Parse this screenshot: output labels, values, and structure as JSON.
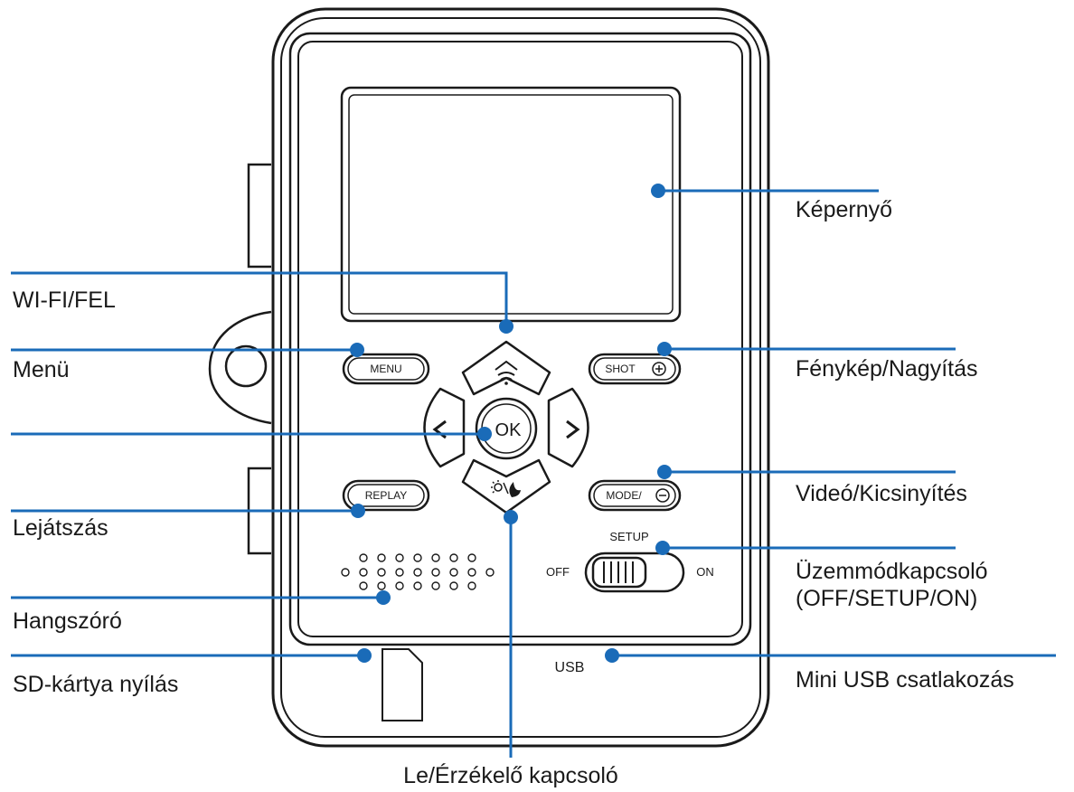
{
  "device": {
    "buttons": {
      "menu": "MENU",
      "replay": "REPLAY",
      "shot": "SHOT",
      "mode": "MODE/",
      "ok": "OK"
    },
    "switch": {
      "off": "OFF",
      "setup": "SETUP",
      "on": "ON"
    },
    "usb": "USB"
  },
  "callouts": {
    "screen": "Képernyő",
    "wifi_up": "WI-FI/FEL",
    "menu": "Menü",
    "photo_zoom": "Fénykép/Nagyítás",
    "video_zoomout": "Videó/Kicsinyítés",
    "playback": "Lejátszás",
    "mode_switch_line1": "Üzemmódkapcsoló",
    "mode_switch_line2": "(OFF/SETUP/ON)",
    "speaker": "Hangszóró",
    "sd_slot": "SD-kártya nyílás",
    "mini_usb": "Mini USB csatlakozás",
    "down_sensor": "Le/Érzékelő kapcsoló"
  },
  "colors": {
    "leader": "#1a6bb8",
    "ink": "#1a1a1a"
  }
}
